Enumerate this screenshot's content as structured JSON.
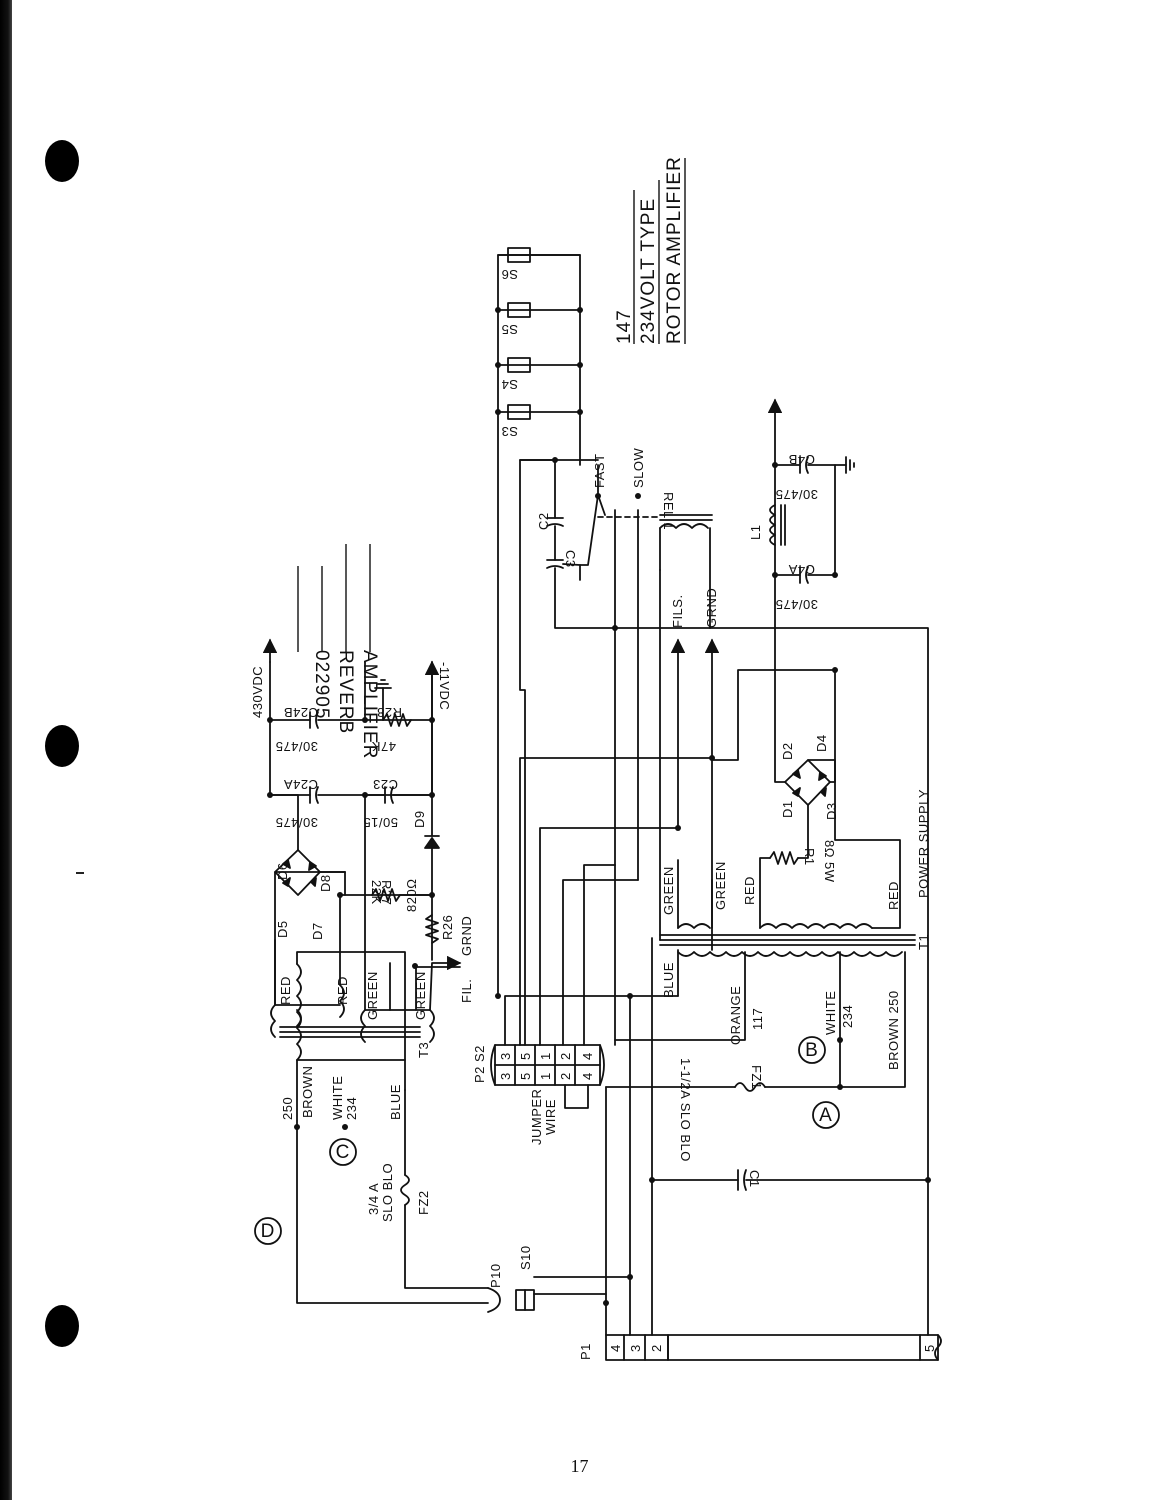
{
  "page_number": "17",
  "reverb_amp": {
    "title_lines": [
      "022905",
      "REVERB",
      "AMPLIFIER"
    ],
    "voltage_pos": "430VDC",
    "voltage_neg": "-11VDC"
  },
  "rotor_amp": {
    "title_lines": [
      "147",
      "234VOLT TYPE",
      "ROTOR AMPLIFIER"
    ]
  },
  "section_marks": [
    "A",
    "B",
    "C",
    "D"
  ],
  "t3": {
    "ref": "T3",
    "primary": [
      "250",
      "BROWN",
      "WHITE",
      "234",
      "BLUE"
    ],
    "secondary": [
      "RED",
      "RED",
      "GREEN",
      "GREEN"
    ]
  },
  "t1": {
    "ref": "T1",
    "primary": [
      "BLUE",
      "ORANGE",
      "117",
      "WHITE",
      "234",
      "BROWN 250"
    ],
    "secondary": [
      "GREEN",
      "GREEN",
      "RED",
      "RED"
    ],
    "caption": "POWER SUPPLY"
  },
  "fuses": {
    "fz1_ref": "FZ1",
    "fz1_rating": "1-1/2A SLO BLO",
    "fz2_ref": "FZ2",
    "fz2_rating_1": "3/4 A",
    "fz2_rating_2": "SLO BLO"
  },
  "reverb_parts": {
    "diodes": [
      "D5",
      "D6",
      "D7",
      "D8",
      "D9"
    ],
    "r27": "R27",
    "r27_val": "22K",
    "r26": "R26",
    "r26_val": "820Ω",
    "r28": "R28",
    "r28_val": "47K",
    "c24a": "C24A",
    "c24a_val": "30/475",
    "c24b": "C24B",
    "c24b_val": "30/475",
    "c23": "C23",
    "c23_val": "50/15"
  },
  "rotor_parts": {
    "diodes": [
      "D1",
      "D2",
      "D3",
      "D4"
    ],
    "r1": "R1",
    "r1_val": "8Ω 5W",
    "l1": "L1",
    "c4a": "C4A",
    "c4a_val": "30/475",
    "c4b": "C4B",
    "c4b_val": "30/475",
    "c1": "C1",
    "c2": "C2",
    "c3": "C3",
    "rel1": "REL 1",
    "sockets": [
      "S3",
      "S4",
      "S5",
      "S6"
    ],
    "fast": "FAST",
    "slow": "SLOW"
  },
  "outputs": {
    "fil": "FIL.",
    "grnd": "GRND",
    "fils": "FILS."
  },
  "plug": {
    "ref": "P2 S2",
    "jumper_1": "JUMPER",
    "jumper_2": "WIRE",
    "pins": [
      "3",
      "5",
      "1",
      "2",
      "4"
    ]
  },
  "p1": {
    "ref": "P1",
    "pins": [
      "4",
      "3",
      "2",
      "5"
    ]
  },
  "p10": "P10",
  "s10": "S10"
}
